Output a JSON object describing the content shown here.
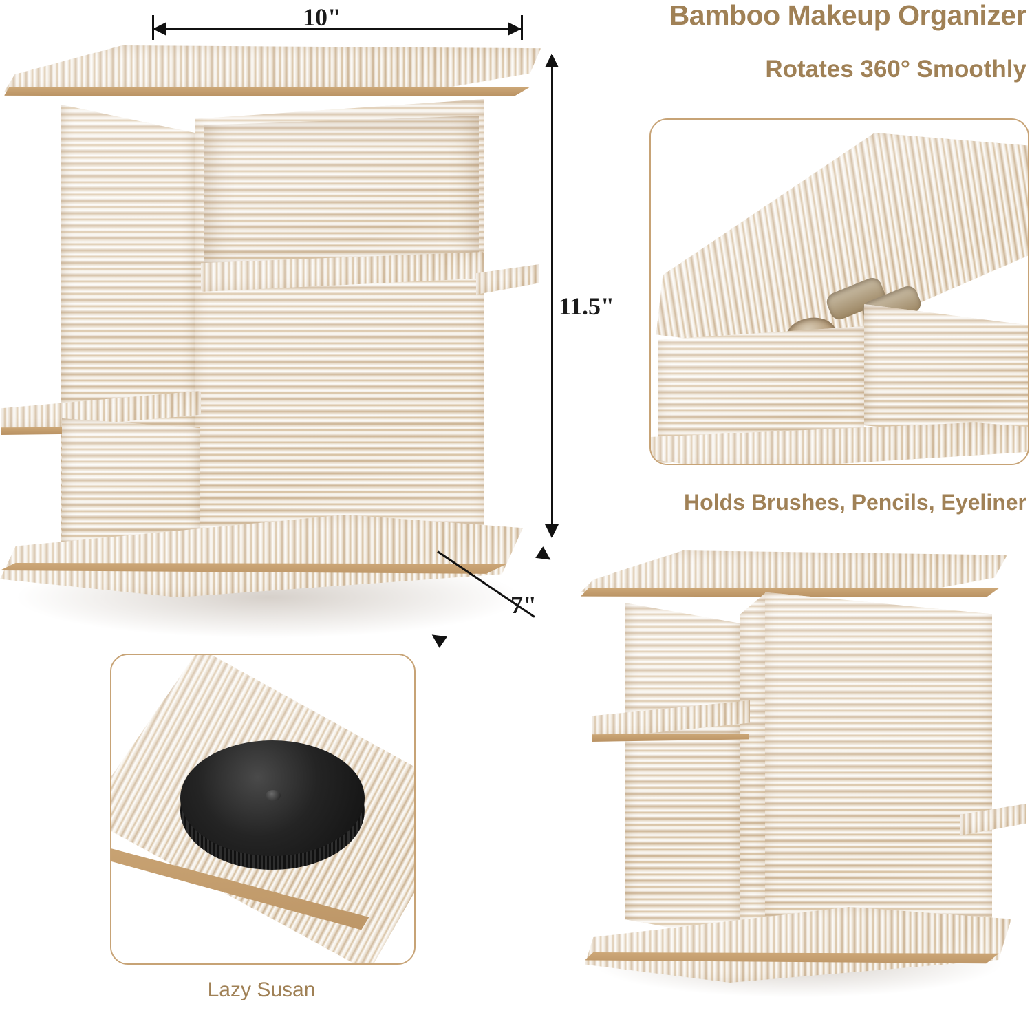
{
  "product": {
    "title": "Bamboo Makeup Organizer",
    "subtitle": "Rotates 360° Smoothly"
  },
  "dimensions": {
    "width_label": "10\"",
    "height_label": "11.5\"",
    "depth_label": "7\""
  },
  "captions": {
    "holds": "Holds Brushes, Pencils, Eyeliner",
    "lazy_susan": "Lazy Susan"
  },
  "colors": {
    "accent_text": "#a08156",
    "frame_border": "#c7a376",
    "annotation": "#111111",
    "wood_light": "#f6f1e9",
    "wood_mid": "#e8ddcc",
    "wood_tan": "#c9a87c",
    "disc_black": "#141414",
    "background": "#ffffff"
  }
}
